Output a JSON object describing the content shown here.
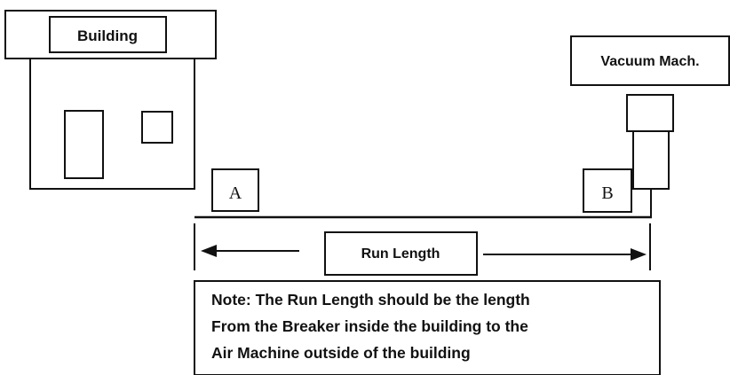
{
  "building": {
    "label": "Building"
  },
  "vacuum_machine": {
    "label": "Vacuum Mach."
  },
  "points": {
    "a": "A",
    "b": "B"
  },
  "run_length": {
    "label": "Run Length"
  },
  "note": {
    "lines": [
      "Note: The Run Length should be the length",
      "From the Breaker inside the building to the",
      "Air Machine outside of the building"
    ]
  },
  "colors": {
    "ink": "#111111",
    "background": "#ffffff"
  }
}
